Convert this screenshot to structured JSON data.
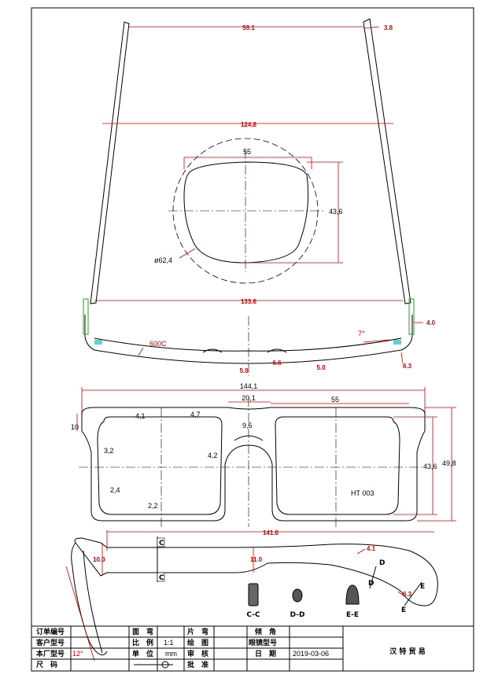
{
  "top_view": {
    "temple_width": "59.1",
    "temple_thickness": "3.8",
    "inner_width": "124.8",
    "front_width": "133.6",
    "hinge_thickness": "4.0",
    "angle": "7°",
    "tip_thickness": "6.3",
    "bridge_thickness_left": "5.0",
    "bridge_thickness_mid": "6.6",
    "bridge_thickness_right": "5.0",
    "curve_label": "600C"
  },
  "lens_detail": {
    "width": "55",
    "height": "43,6",
    "diameter": "ø62,4"
  },
  "front_view": {
    "total_width": "144,1",
    "bridge": "20,1",
    "lens_width": "55",
    "top_rim_left": "4,1",
    "top_rim_mid": "4,7",
    "side_height": "10",
    "bridge_height": "9,5",
    "side_rim": "3,2",
    "nose_rim": "4,2",
    "bottom_rim_side": "2,4",
    "bottom_rim": "2,2",
    "lens_height": "43,6",
    "total_height": "49,8",
    "model_label": "HT 003"
  },
  "side_view": {
    "temple_length": "141.0",
    "section_c_top": "C",
    "section_c_bottom": "C",
    "front_height": "10.0",
    "temple_height": "11.0",
    "tip_thickness": "4.1",
    "section_d_top": "D",
    "section_d_bottom": "D",
    "tip_end": "6.3",
    "section_e_top": "E",
    "section_e_bottom": "E",
    "section_cc": "C-C",
    "section_dd": "D-D",
    "section_ee": "E-E"
  },
  "title_block": {
    "order_no_label": "订单编号",
    "customer_model_label": "客户型号",
    "factory_model_label": "本厂型号",
    "factory_model_value": "12°",
    "size_label": "尺　码",
    "face_curve_label": "面　弯",
    "scale_label": "比　例",
    "scale_value": "1:1",
    "unit_label": "单　位",
    "unit_value": "mm",
    "lens_curve_label": "片　弯",
    "drawing_label": "绘　图",
    "review_label": "审　核",
    "approve_label": "批　准",
    "tilt_label": "倾　角",
    "mirror_model_label": "眼镜型号",
    "date_label": "日　期",
    "date_value": "2019-03-06",
    "company": "汉 特 贸 易"
  }
}
